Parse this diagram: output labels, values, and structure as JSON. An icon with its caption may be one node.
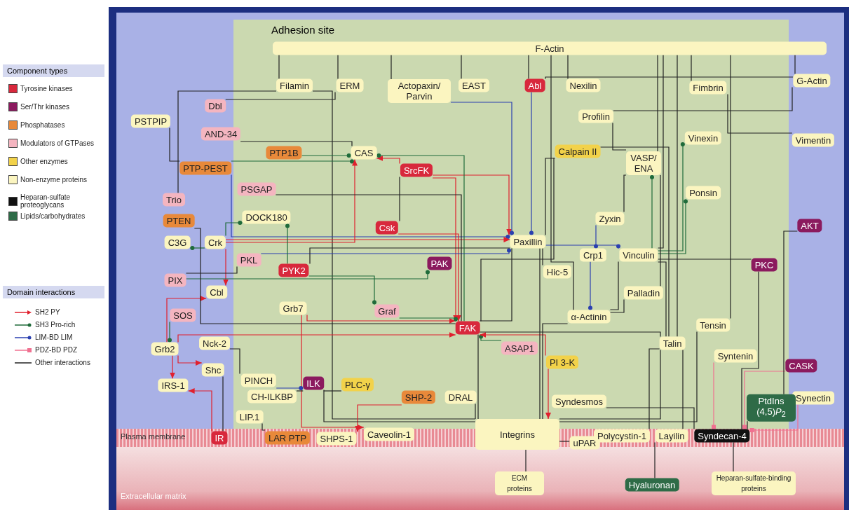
{
  "diagram": {
    "nodes": [
      {
        "text": [
          "F-Actin"
        ]
      },
      {
        "text": [
          "Filamin"
        ]
      },
      {
        "text": [
          "ERM"
        ]
      },
      {
        "text": [
          "Actopaxin/ Parvin"
        ]
      },
      {
        "text": [
          "EAST"
        ]
      },
      {
        "text": [
          "Abl"
        ]
      },
      {
        "text": [
          "Nexilin"
        ]
      },
      {
        "text": [
          "Fimbrin"
        ]
      },
      {
        "text": [
          "G-Actin"
        ]
      },
      {
        "text": [
          "Dbl"
        ]
      },
      {
        "text": [
          "PSTPIP"
        ]
      },
      {
        "text": [
          "AND-34"
        ]
      },
      {
        "text": [
          "Profilin"
        ]
      },
      {
        "text": [
          "Vimentin"
        ]
      },
      {
        "text": [
          "Vinexin"
        ]
      },
      {
        "text": [
          "PTP1B"
        ]
      },
      {
        "text": [
          "CAS"
        ]
      },
      {
        "text": [
          "Calpain II"
        ]
      },
      {
        "text": [
          "PTP-PEST"
        ]
      },
      {
        "text": [
          "SrcFK"
        ]
      },
      {
        "text": [
          "VASP/ ENA"
        ]
      },
      {
        "text": [
          "PSGAP"
        ]
      },
      {
        "text": [
          "Ponsin"
        ]
      },
      {
        "text": [
          "Trio"
        ]
      },
      {
        "text": [
          "DOCK180"
        ]
      },
      {
        "text": [
          "Zyxin"
        ]
      },
      {
        "text": [
          "PTEN"
        ]
      },
      {
        "text": [
          "Csk"
        ]
      },
      {
        "text": [
          "AKT"
        ]
      },
      {
        "text": [
          "C3G"
        ]
      },
      {
        "text": [
          "Crk"
        ]
      },
      {
        "text": [
          "Paxillin"
        ]
      },
      {
        "text": [
          "Crp1"
        ]
      },
      {
        "text": [
          "Vinculin"
        ]
      },
      {
        "text": [
          "PKL"
        ]
      },
      {
        "text": [
          "PAK"
        ]
      },
      {
        "text": [
          "PKC"
        ]
      },
      {
        "text": [
          "PIX"
        ]
      },
      {
        "text": [
          "PYK2"
        ]
      },
      {
        "text": [
          "Hic-5"
        ]
      },
      {
        "text": [
          "Cbl"
        ]
      },
      {
        "text": [
          "Palladin"
        ]
      },
      {
        "text": [
          "Grb7"
        ]
      },
      {
        "text": [
          "Graf"
        ]
      },
      {
        "text": [
          "α-Actinin"
        ]
      },
      {
        "text": [
          "SOS"
        ]
      },
      {
        "text": [
          "FAK"
        ]
      },
      {
        "text": [
          "Tensin"
        ]
      },
      {
        "text": [
          "Nck-2"
        ]
      },
      {
        "text": [
          "Grb2"
        ]
      },
      {
        "text": [
          "Talin"
        ]
      },
      {
        "text": [
          "ASAP1"
        ]
      },
      {
        "text": [
          "Shc"
        ]
      },
      {
        "text": [
          "Syntenin"
        ]
      },
      {
        "text": [
          "CASK"
        ]
      },
      {
        "text": [
          "PI 3-K"
        ]
      },
      {
        "text": [
          "PINCH"
        ]
      },
      {
        "text": [
          "ILK"
        ]
      },
      {
        "text": [
          "PLC-γ"
        ]
      },
      {
        "text": [
          "IRS-1"
        ]
      },
      {
        "text": [
          "CH-ILKBP"
        ]
      },
      {
        "text": [
          "SHP-2"
        ]
      },
      {
        "text": [
          "DRAL"
        ]
      },
      {
        "text": [
          "Syndesmos"
        ]
      },
      {
        "text": [
          "Synectin"
        ]
      },
      {
        "text": [
          "LIP.1"
        ]
      },
      {
        "text": [
          "PtdIns (4,5)*P*$_{2}$"
        ]
      },
      {
        "text": [
          "IR"
        ]
      },
      {
        "text": [
          "LAR PTP"
        ]
      },
      {
        "text": [
          "SHPS-1"
        ]
      },
      {
        "text": [
          "Caveolin-1"
        ]
      },
      {
        "text": [
          "Integrins"
        ]
      },
      {
        "text": [
          "uPAR"
        ]
      },
      {
        "text": [
          "Polycystin-1"
        ]
      },
      {
        "text": [
          "Layilin"
        ]
      },
      {
        "text": [
          "Syndecan-4"
        ]
      },
      {
        "text": [
          "ECM proteins"
        ]
      },
      {
        "text": [
          "Hyaluronan"
        ]
      },
      {
        "text": [
          "Heparan-sulfate-binding proteins"
        ]
      }
    ],
    "edges": [
      {
        "from": 0,
        "to": 1,
        "arrow": "none"
      },
      {
        "from": 0,
        "to": 2,
        "arrow": "none"
      },
      {
        "from": 0,
        "to": 3,
        "arrow": "none"
      },
      {
        "from": 0,
        "to": 4,
        "arrow": "none"
      },
      {
        "from": 0,
        "to": 5,
        "arrow": "none"
      },
      {
        "from": 0,
        "to": 6,
        "arrow": "none"
      },
      {
        "from": 0,
        "to": 7,
        "arrow": "none"
      },
      {
        "from": 0,
        "to": 8,
        "arrow": "none"
      },
      {
        "from": 0,
        "to": 33,
        "arrow": "none"
      },
      {
        "from": 0,
        "to": 44,
        "arrow": "none"
      },
      {
        "from": 0,
        "to": 50,
        "arrow": "none"
      },
      {
        "from": 0,
        "to": 47,
        "arrow": "none"
      },
      {
        "from": 0,
        "to": 20,
        "arrow": "none"
      },
      {
        "from": 2,
        "to": 9,
        "arrow": "none"
      },
      {
        "from": 1,
        "to": 23,
        "arrow": "none"
      },
      {
        "from": 1,
        "to": 71,
        "arrow": "none"
      },
      {
        "from": 10,
        "to": 18,
        "arrow": "none"
      },
      {
        "from": 11,
        "to": 16,
        "arrow": "none"
      },
      {
        "from": 15,
        "to": 16,
        "arrow": "other",
        "color": "#1f6b3a"
      },
      {
        "from": 18,
        "to": 16,
        "arrow": "other",
        "color": "#1f6b3a"
      },
      {
        "from": 18,
        "to": 31,
        "arrow": "other",
        "color": "#2a3fb0"
      },
      {
        "from": 19,
        "to": 16,
        "arrow": "to",
        "color": "#e0202e"
      },
      {
        "from": 19,
        "to": 46,
        "arrow": "to",
        "color": "#e0202e"
      },
      {
        "from": 19,
        "to": 31,
        "arrow": "to",
        "color": "#e0202e"
      },
      {
        "from": 27,
        "to": 19,
        "arrow": "none"
      },
      {
        "from": 27,
        "to": 46,
        "arrow": "to",
        "color": "#e0202e"
      },
      {
        "from": 5,
        "to": 31,
        "arrow": "other",
        "color": "#2a3fb0"
      },
      {
        "from": 5,
        "to": 8,
        "arrow": "none"
      },
      {
        "from": 3,
        "to": 31,
        "arrow": "other",
        "color": "#2a3fb0"
      },
      {
        "from": 30,
        "to": 29,
        "arrow": "other",
        "color": "#1f6b3a"
      },
      {
        "from": 30,
        "to": 24,
        "arrow": "other",
        "color": "#1f6b3a"
      },
      {
        "from": 30,
        "to": 40,
        "arrow": "to",
        "color": "#e0202e"
      },
      {
        "from": 30,
        "to": 31,
        "arrow": "to",
        "color": "#e0202e"
      },
      {
        "from": 30,
        "to": 16,
        "arrow": "to",
        "color": "#e0202e"
      },
      {
        "from": 34,
        "to": 31,
        "arrow": "other",
        "color": "#2a3fb0"
      },
      {
        "from": 37,
        "to": 34,
        "arrow": "none"
      },
      {
        "from": 37,
        "to": 35,
        "arrow": "other",
        "color": "#1f6b3a"
      },
      {
        "from": 45,
        "to": 49,
        "arrow": "other",
        "color": "#1f6b3a"
      },
      {
        "from": 49,
        "to": 40,
        "arrow": "to",
        "color": "#e0202e"
      },
      {
        "from": 49,
        "to": 59,
        "arrow": "to",
        "color": "#e0202e"
      },
      {
        "from": 49,
        "to": 52,
        "arrow": "to",
        "color": "#e0202e"
      },
      {
        "from": 49,
        "to": 46,
        "arrow": "to",
        "color": "#e0202e"
      },
      {
        "from": 48,
        "to": 56,
        "arrow": "none"
      },
      {
        "from": 38,
        "to": 24,
        "arrow": "other",
        "color": "#1f6b3a"
      },
      {
        "from": 38,
        "to": 43,
        "arrow": "other",
        "color": "#1f6b3a"
      },
      {
        "from": 38,
        "to": 31,
        "arrow": "none"
      },
      {
        "from": 39,
        "to": 31,
        "arrow": "none"
      },
      {
        "from": 25,
        "to": 32,
        "arrow": "other",
        "color": "#2a3fb0"
      },
      {
        "from": 32,
        "to": 44,
        "arrow": "other",
        "color": "#2a3fb0"
      },
      {
        "from": 33,
        "to": 14,
        "arrow": "other",
        "color": "#1f6b3a"
      },
      {
        "from": 33,
        "to": 22,
        "arrow": "other",
        "color": "#1f6b3a"
      },
      {
        "from": 33,
        "to": 20,
        "arrow": "other",
        "color": "#1f6b3a"
      },
      {
        "from": 31,
        "to": 33,
        "arrow": "other",
        "color": "#2a3fb0"
      },
      {
        "from": 42,
        "to": 46,
        "arrow": "to",
        "color": "#e0202e"
      },
      {
        "from": 42,
        "to": 70,
        "arrow": "to",
        "color": "#e0202e"
      },
      {
        "from": 43,
        "to": 46,
        "arrow": "other",
        "color": "#1f6b3a"
      },
      {
        "from": 51,
        "to": 46,
        "arrow": "other",
        "color": "#1f6b3a"
      },
      {
        "from": 55,
        "to": 46,
        "arrow": "to",
        "color": "#e0202e"
      },
      {
        "from": 55,
        "to": 71,
        "arrow": "to",
        "color": "#e0202e"
      },
      {
        "from": 61,
        "to": 69,
        "arrow": "to",
        "color": "#e0202e"
      },
      {
        "from": 56,
        "to": 57,
        "arrow": "other",
        "color": "#2a3fb0"
      },
      {
        "from": 57,
        "to": 58,
        "arrow": "none"
      },
      {
        "from": 57,
        "to": 60,
        "arrow": "none"
      },
      {
        "from": 57,
        "to": 71,
        "arrow": "none"
      },
      {
        "from": 65,
        "to": 68,
        "arrow": "none"
      },
      {
        "from": 62,
        "to": 71,
        "arrow": "none"
      },
      {
        "from": 63,
        "to": 75,
        "arrow": "none"
      },
      {
        "from": 53,
        "to": 75,
        "arrow": "other",
        "color": "#f07090"
      },
      {
        "from": 54,
        "to": 75,
        "arrow": "other",
        "color": "#f07090"
      },
      {
        "from": 64,
        "to": 75,
        "arrow": "other",
        "color": "#f07090"
      },
      {
        "from": 66,
        "to": 75,
        "arrow": "none"
      },
      {
        "from": 36,
        "to": 75,
        "arrow": "none"
      },
      {
        "from": 28,
        "to": 66,
        "arrow": "none"
      },
      {
        "from": 74,
        "to": 77,
        "arrow": "none"
      },
      {
        "from": 74,
        "to": 50,
        "arrow": "none"
      },
      {
        "from": 75,
        "to": 78,
        "arrow": "none"
      },
      {
        "from": 71,
        "to": 76,
        "arrow": "none"
      },
      {
        "from": 72,
        "to": 71,
        "arrow": "none"
      },
      {
        "from": 50,
        "to": 71,
        "arrow": "none"
      },
      {
        "from": 50,
        "to": 33,
        "arrow": "none"
      },
      {
        "from": 50,
        "to": 46,
        "arrow": "none"
      },
      {
        "from": 47,
        "to": 71,
        "arrow": "none"
      },
      {
        "from": 44,
        "to": 71,
        "arrow": "none"
      },
      {
        "from": 33,
        "to": 44,
        "arrow": "none"
      },
      {
        "from": 31,
        "to": 71,
        "arrow": "none"
      },
      {
        "from": 46,
        "to": 71,
        "arrow": "none"
      },
      {
        "from": 7,
        "to": 13,
        "arrow": "none"
      },
      {
        "from": 12,
        "to": 8,
        "arrow": "none"
      },
      {
        "from": 12,
        "to": 20,
        "arrow": "none"
      },
      {
        "from": 25,
        "to": 20,
        "arrow": "none"
      },
      {
        "from": 17,
        "to": 50,
        "arrow": "none"
      },
      {
        "from": 17,
        "to": 46,
        "arrow": "none"
      },
      {
        "from": 17,
        "to": 31,
        "arrow": "none"
      },
      {
        "from": 26,
        "to": 46,
        "arrow": "none"
      },
      {
        "from": 21,
        "to": 46,
        "arrow": "none"
      },
      {
        "from": 46,
        "to": 16,
        "arrow": "other",
        "color": "#1f6b3a"
      },
      {
        "from": 46,
        "to": 31,
        "arrow": "none"
      },
      {
        "from": 67,
        "to": 59,
        "arrow": "to",
        "color": "#e0202e"
      },
      {
        "from": 67,
        "to": 52,
        "arrow": "none"
      },
      {
        "from": 36,
        "to": 33,
        "arrow": "none"
      },
      {
        "from": 41,
        "to": 44,
        "arrow": "none"
      },
      {
        "from": 41,
        "to": 20,
        "arrow": "none"
      },
      {
        "from": 73,
        "to": 50,
        "arrow": "none"
      }
    ],
    "labels": [
      "Component types",
      "Domain interactions",
      "Adhesion site",
      "Plasma membrane",
      "Extracellular matrix"
    ],
    "legend": [
      {
        "text": "Tyrosine kinases",
        "color": "#d8283c"
      },
      {
        "text": "Ser/Thr kinases",
        "color": "#8b1a5e"
      },
      {
        "text": "Phosphatases",
        "color": "#e8893a"
      },
      {
        "text": "Modulators of GTPases",
        "color": "#f4b5c0"
      },
      {
        "text": "Other enzymes",
        "color": "#f2d24a"
      },
      {
        "text": "Non-enzyme proteins",
        "color": "#fbf5c0"
      },
      {
        "text": "Heparan-sulfate proteoglycans",
        "color": "#111111"
      },
      {
        "text": "Lipids/carbohydrates",
        "color": "#2e6b47"
      },
      {
        "text": "SH2 PY"
      },
      {
        "text": "SH3 Pro-rich"
      },
      {
        "text": "LIM-BD LIM"
      },
      {
        "text": "PDZ-BD PDZ"
      },
      {
        "text": "Other interactions"
      }
    ]
  }
}
